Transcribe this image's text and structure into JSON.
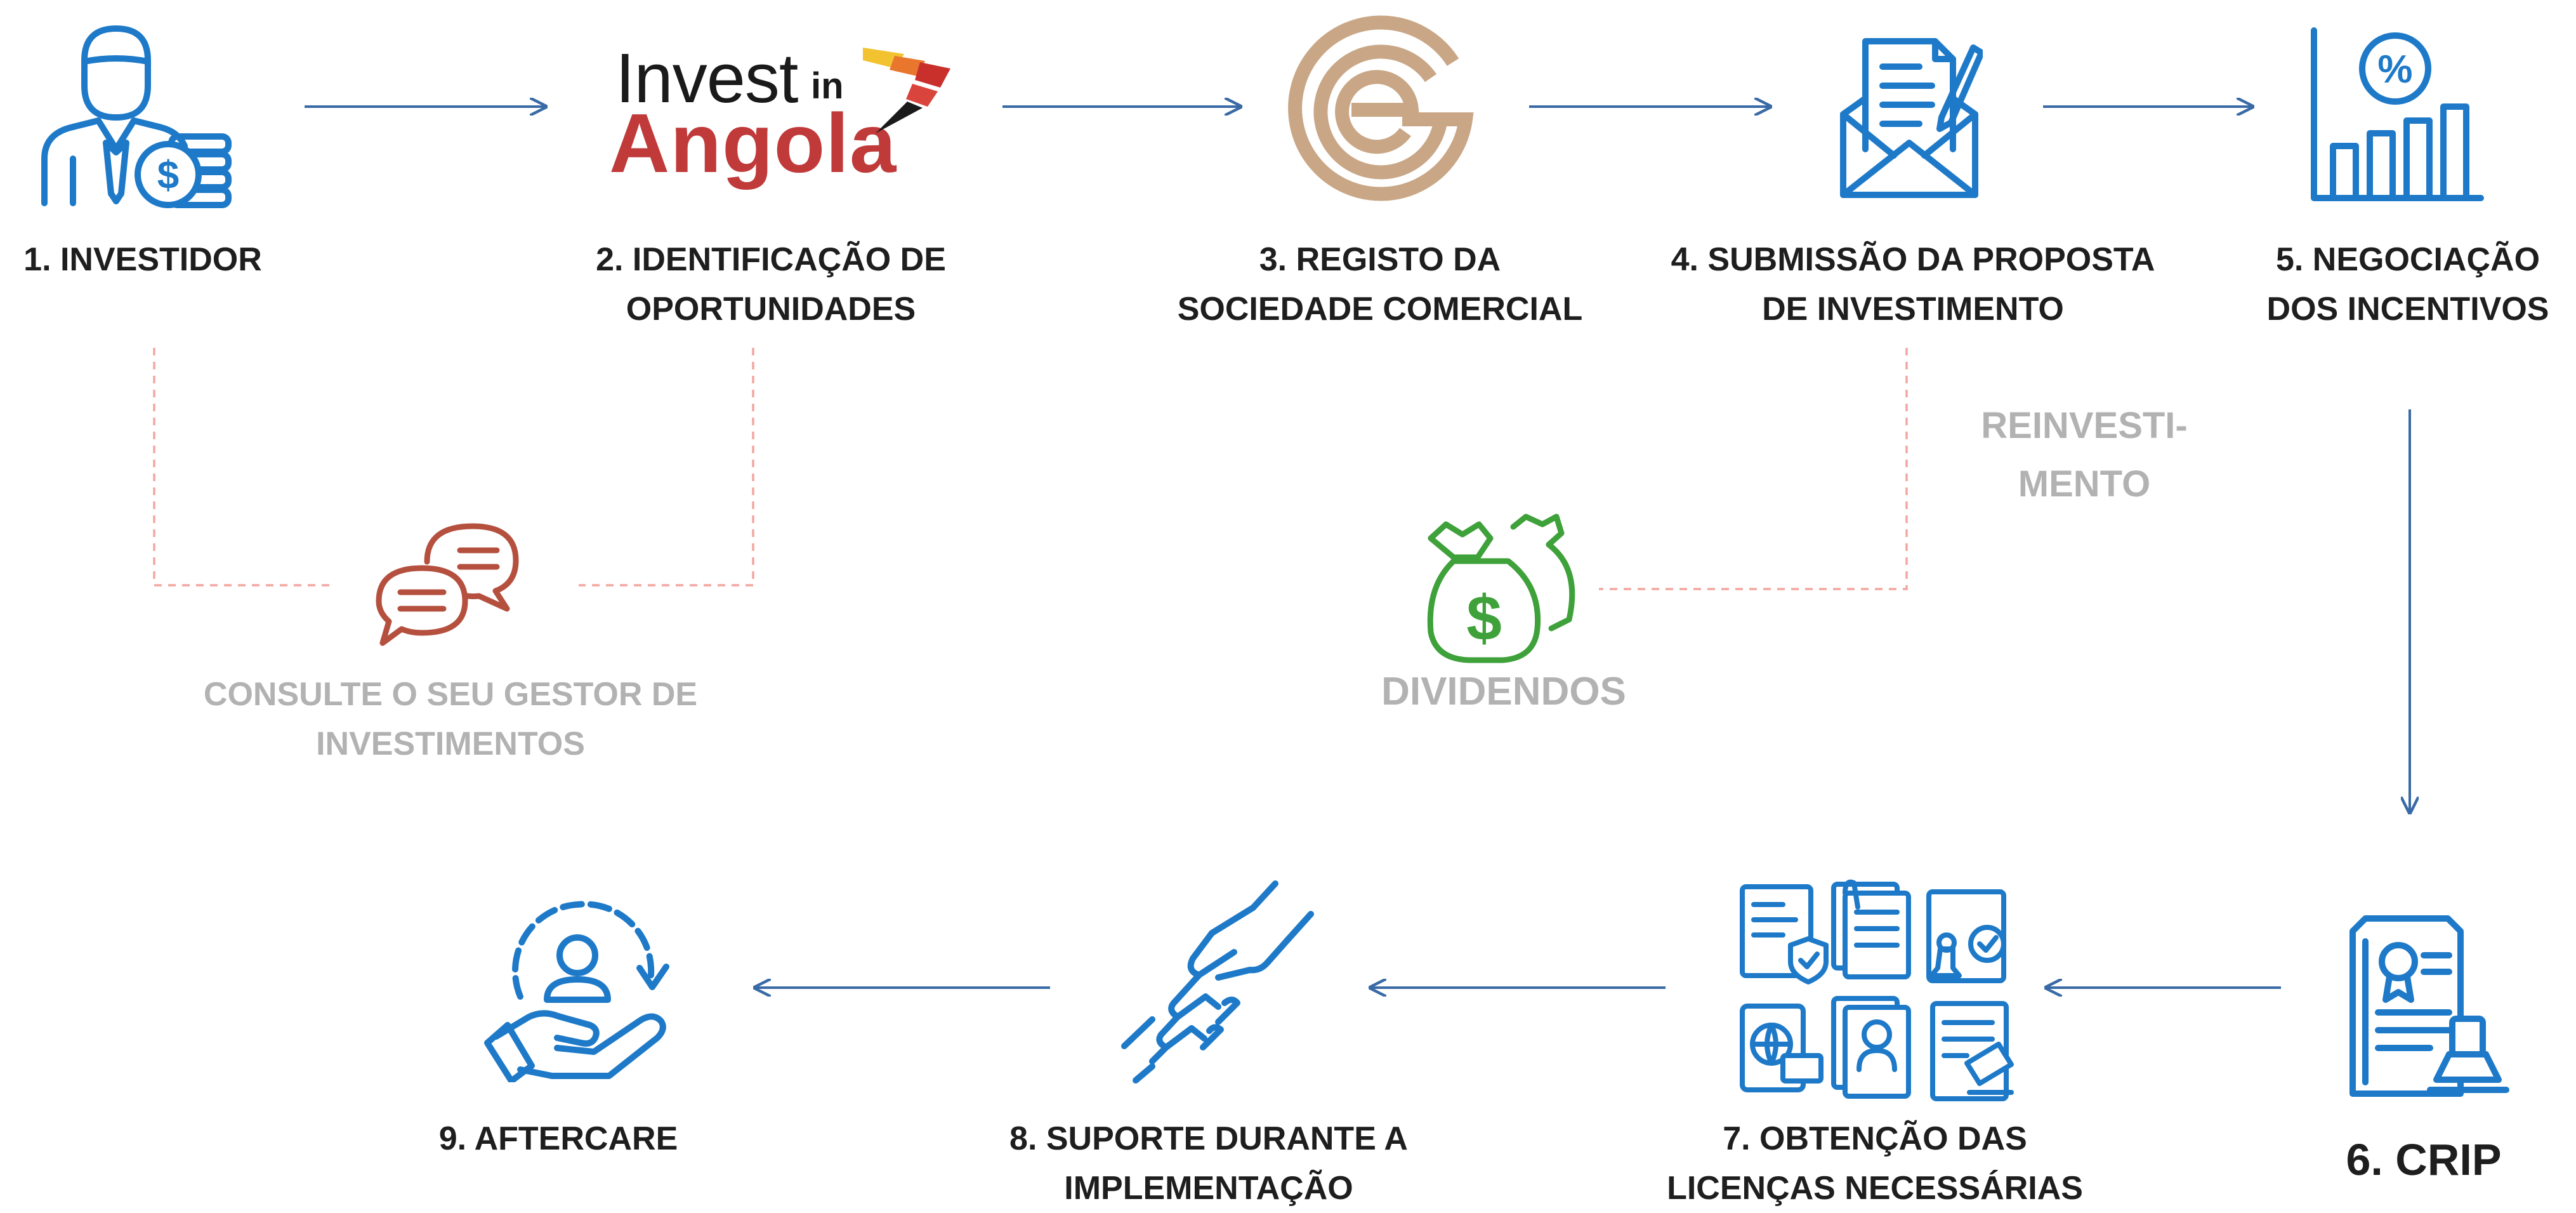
{
  "logo": {
    "word1": "Invest",
    "word2": "in",
    "word3": "Angola"
  },
  "steps": [
    {
      "lines": [
        "1. INVESTIDOR"
      ],
      "icon": "investor-icon"
    },
    {
      "lines": [
        "2. IDENTIFICAÇÃO DE",
        "OPORTUNIDADES"
      ],
      "icon": "invest-in-angola-logo"
    },
    {
      "lines": [
        "3. REGISTO DA",
        "SOCIEDADE COMERCIAL"
      ],
      "icon": "registry-seal-logo"
    },
    {
      "lines": [
        "4. SUBMISSÃO DA PROPOSTA",
        "DE INVESTIMENTO"
      ],
      "icon": "envelope-document-icon"
    },
    {
      "lines": [
        "5. NEGOCIAÇÃO",
        "DOS INCENTIVOS"
      ],
      "icon": "percent-bar-chart-icon"
    },
    {
      "lines": [
        "6. CRIP"
      ],
      "icon": "certificate-stamp-icon"
    },
    {
      "lines": [
        "7. OBTENÇÃO DAS",
        "LICENÇAS NECESSÁRIAS"
      ],
      "icon": "license-documents-icon"
    },
    {
      "lines": [
        "8. SUPORTE DURANTE A",
        "IMPLEMENTAÇÃO"
      ],
      "icon": "handshake-icon"
    },
    {
      "lines": [
        "9. AFTERCARE"
      ],
      "icon": "customer-care-icon"
    }
  ],
  "side_notes": {
    "consult": [
      "CONSULTE O SEU GESTOR DE",
      "INVESTIMENTOS"
    ],
    "dividends": "DIVIDENDOS",
    "reinvest": [
      "REINVESTI-",
      "MENTO"
    ]
  },
  "colors": {
    "blue": "#1e7ac8",
    "arrow": "#3a6aa6",
    "dashed": "#f4a6a0",
    "chat": "#b5503f",
    "money": "#3ea13a",
    "grey_text": "#b2b2b2",
    "seal": "#c9a786",
    "angola_red": "#c03a3a"
  }
}
